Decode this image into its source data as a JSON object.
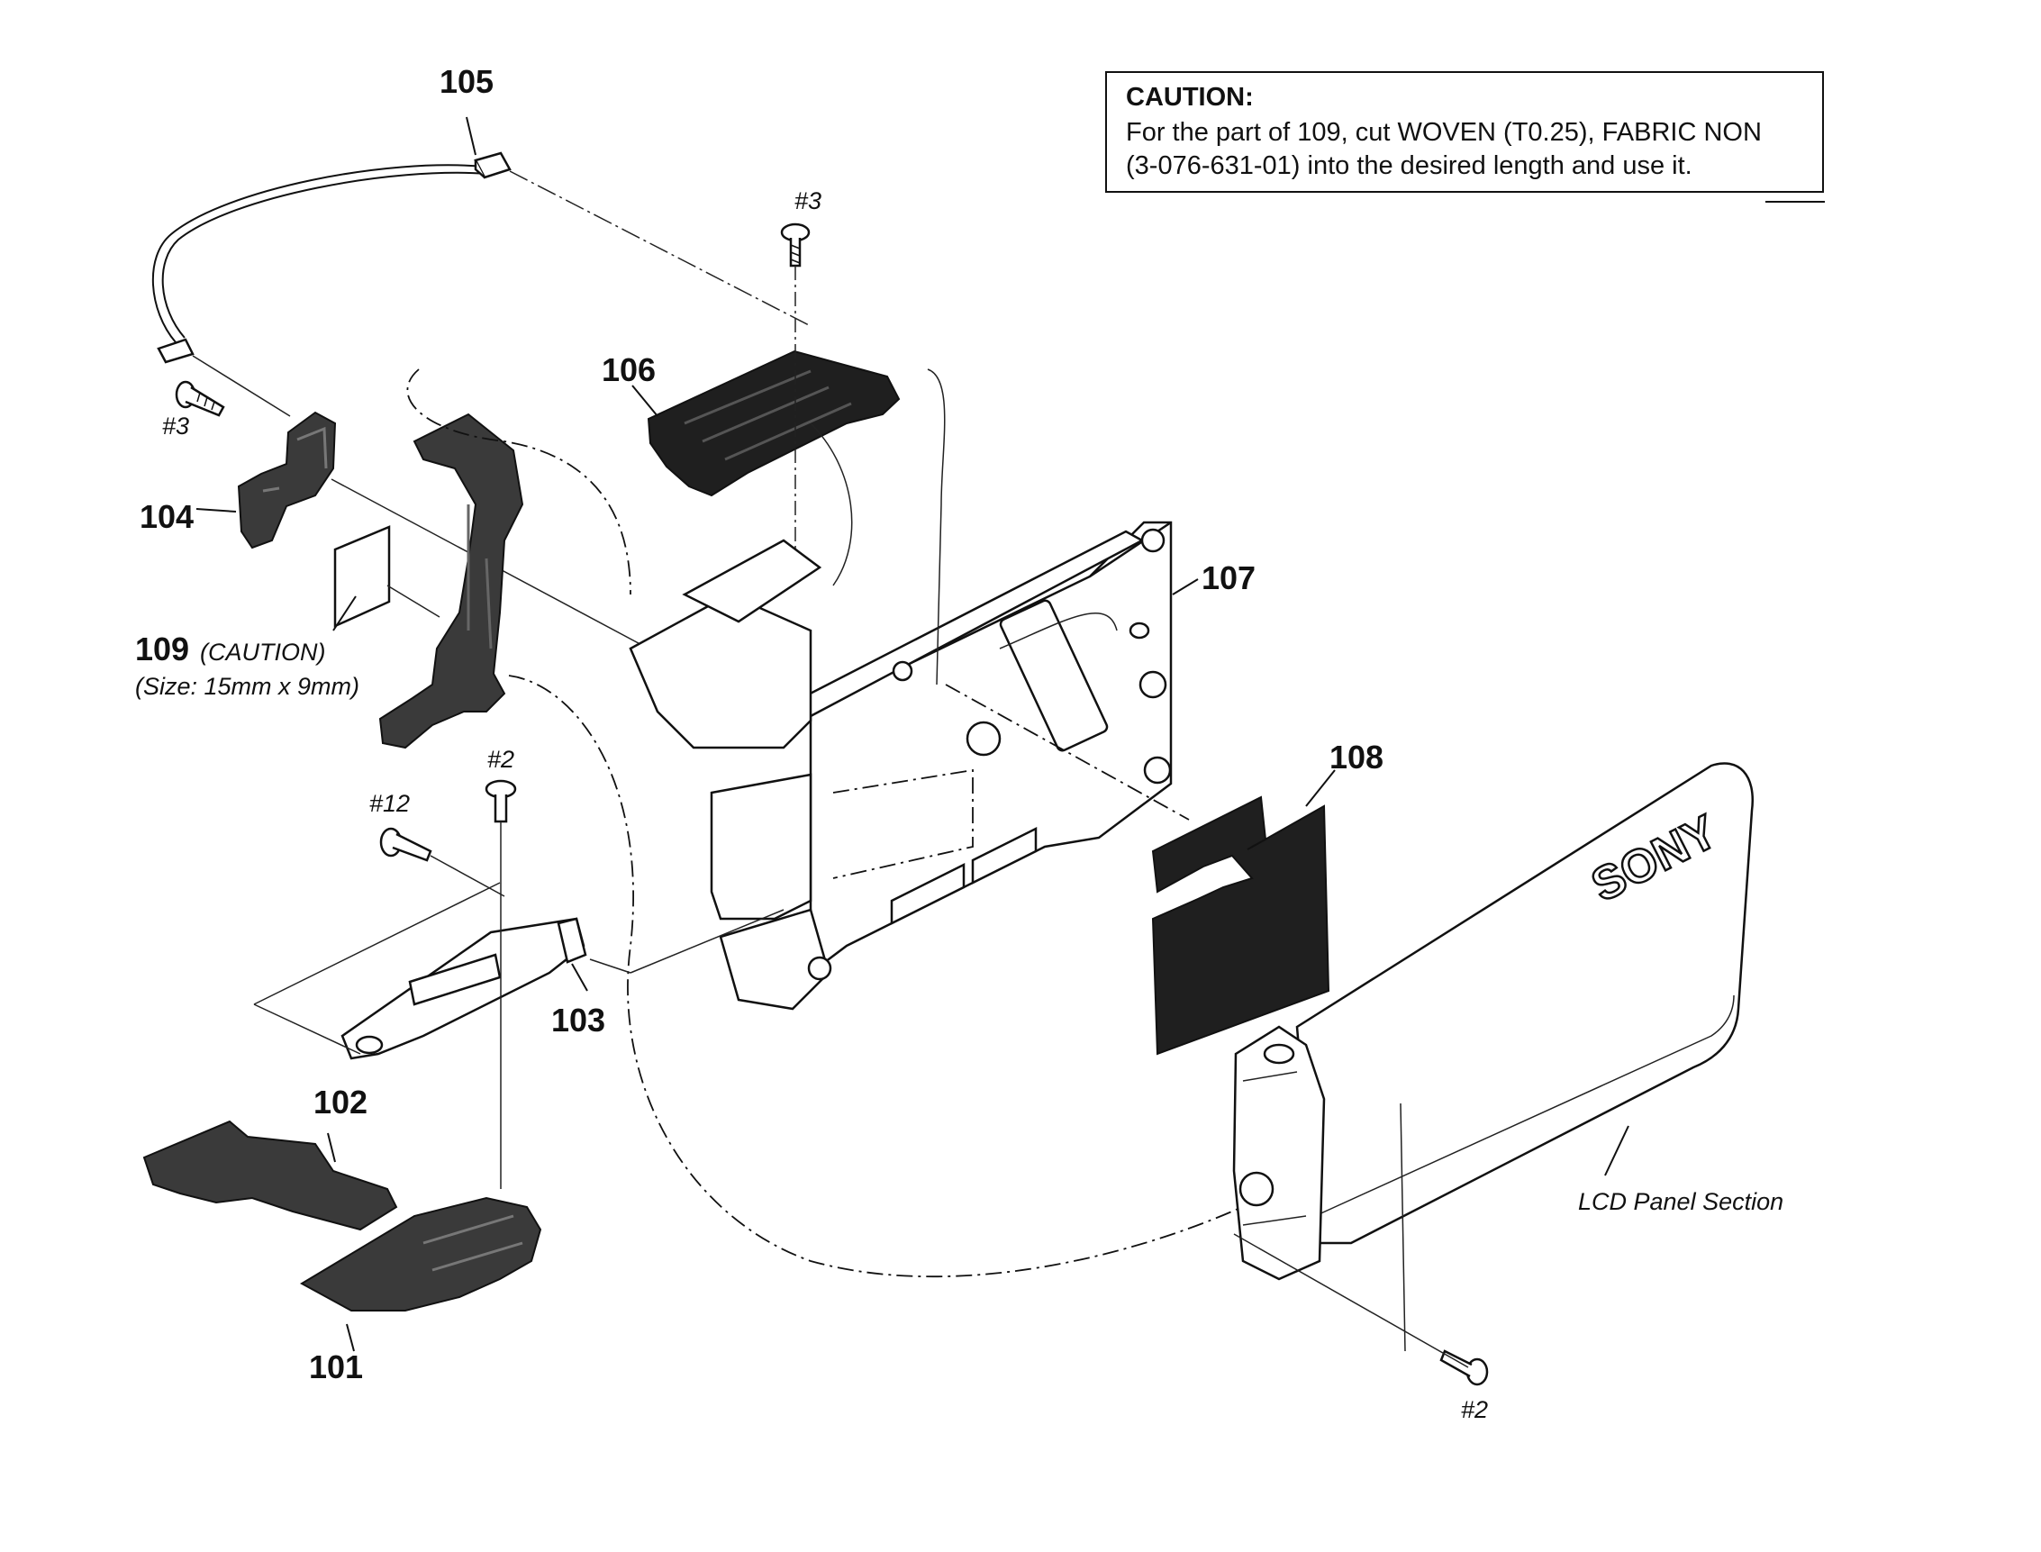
{
  "caution": {
    "title": "CAUTION:",
    "line1": "For the part of 109, cut WOVEN (T0.25), FABRIC NON",
    "line2": "(3-076-631-01) into the desired length and use it."
  },
  "parts": {
    "p101": "101",
    "p102": "102",
    "p103": "103",
    "p104": "104",
    "p105": "105",
    "p106": "106",
    "p107": "107",
    "p108": "108",
    "p109": "109",
    "p109_note": "(CAUTION)",
    "p109_size": "(Size: 15mm x 9mm)"
  },
  "screws": {
    "s3_top": "#3",
    "s3_left": "#3",
    "s2_mid": "#2",
    "s12": "#12",
    "s2_bottom": "#2"
  },
  "section_label": "LCD Panel Section",
  "brand": "SONY"
}
